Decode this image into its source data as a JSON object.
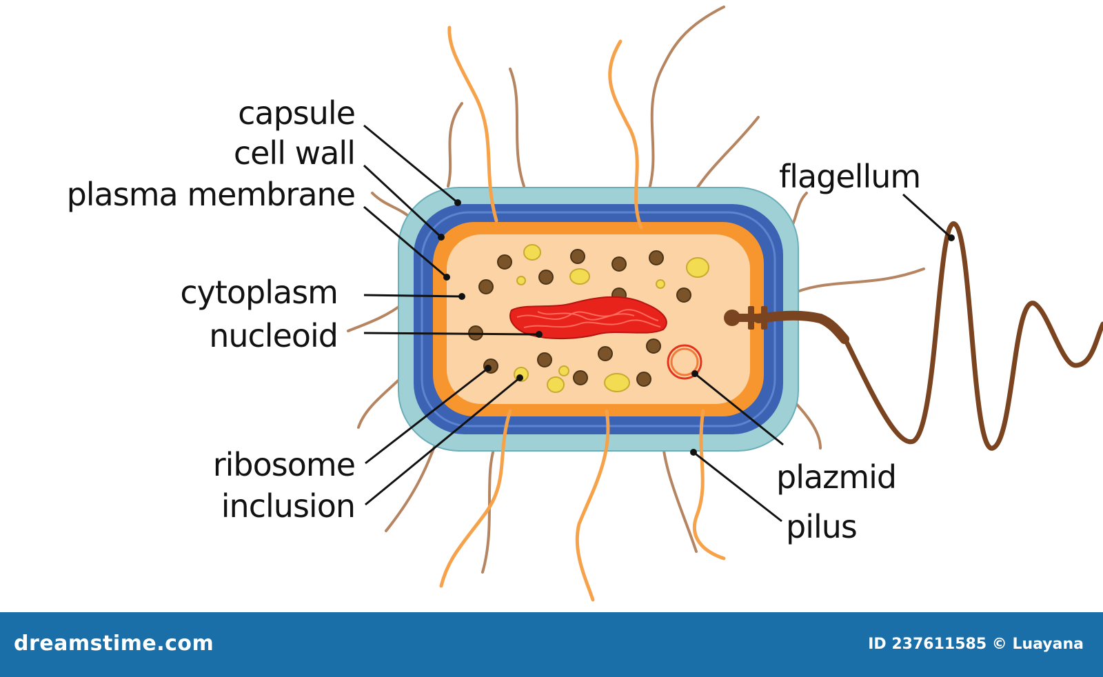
{
  "labels": {
    "capsule": "capsule",
    "cell_wall": "cell wall",
    "plasma_membrane": "plasma membrane",
    "cytoplasm": "cytoplasm",
    "nucleoid": "nucleoid",
    "ribosome": "ribosome",
    "inclusion": "inclusion",
    "flagellum": "flagellum",
    "plazmid": "plazmid",
    "pilus": "pilus"
  },
  "footer": {
    "site": "dreamstime.com",
    "credit": "ID 237611585 © Luayana"
  },
  "colors": {
    "capsule": "#9fd0d6",
    "cell_wall": "#3b62b3",
    "membrane": "#f7962e",
    "cytoplasm": "#fbd3a4",
    "nucleoid": "#e8231b",
    "ribosome": "#7a5428",
    "inclusion": "#f2dd52",
    "flagellum": "#7b4420",
    "pilus_orange": "#f6a24a",
    "pilus_brown": "#b58460",
    "footer": "#1a6fa8"
  }
}
